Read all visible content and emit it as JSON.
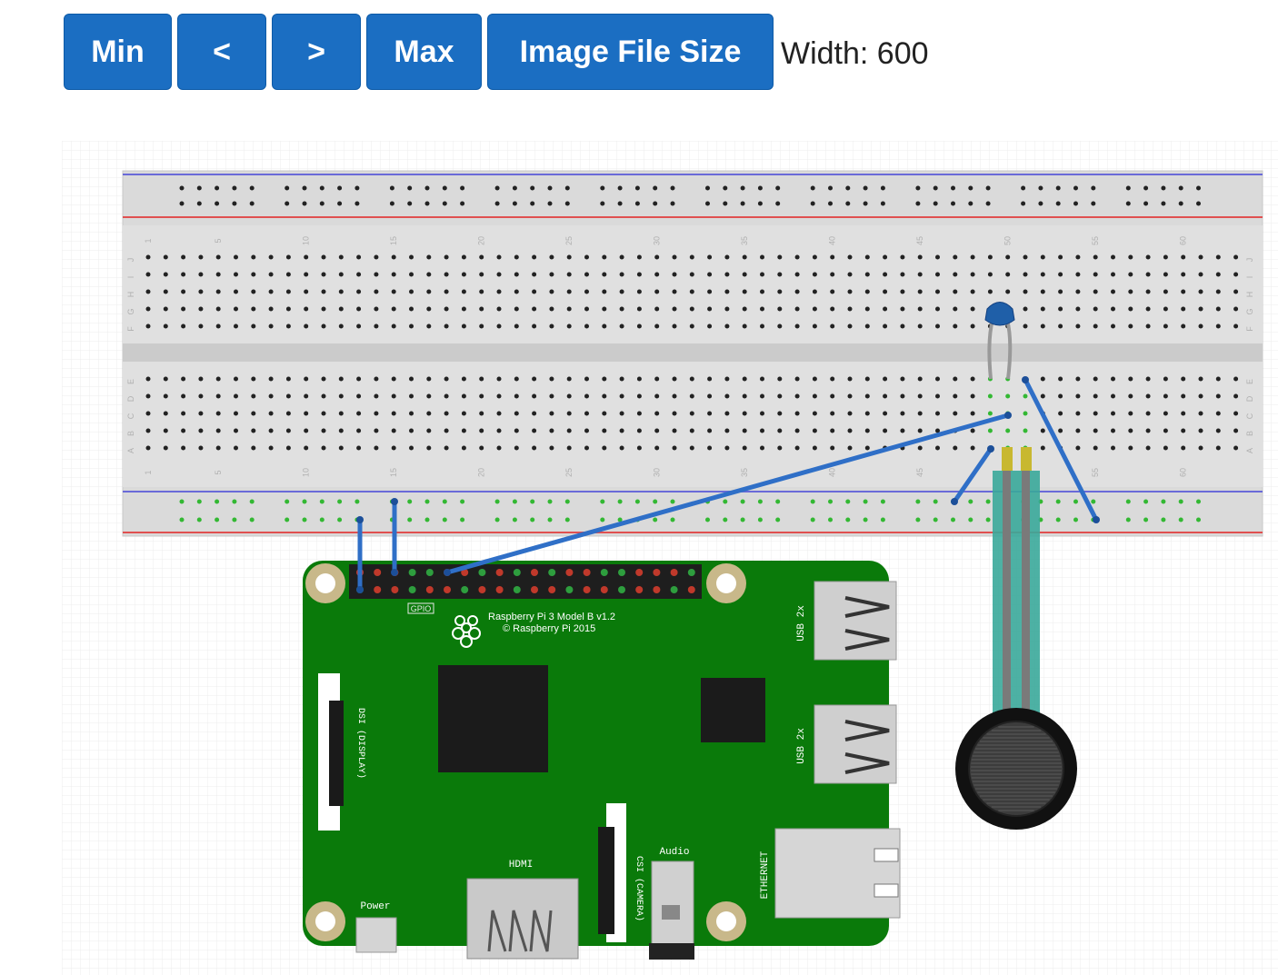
{
  "toolbar": {
    "min_label": "Min",
    "prev_label": "<",
    "next_label": ">",
    "max_label": "Max",
    "file_size_label": "Image File Size",
    "width_text": "Width: 600"
  },
  "diagram": {
    "board_title": "Raspberry Pi 3 Model B v1.2",
    "board_copyright": "© Raspberry Pi 2015",
    "gpio_label": "GPIO",
    "dsi_label": "DSI (DISPLAY)",
    "csi_label": "CSI (CAMERA)",
    "hdmi_label": "HDMI",
    "power_label": "Power",
    "audio_label": "Audio",
    "ethernet_label": "ETHERNET",
    "usb1_label": "USB 2x",
    "usb2_label": "USB 2x",
    "column_numbers": [
      "1",
      "5",
      "10",
      "15",
      "20",
      "25",
      "30",
      "35",
      "40",
      "45",
      "50",
      "55",
      "60"
    ],
    "row_letters_top": [
      "J",
      "I",
      "H",
      "G",
      "F"
    ],
    "row_letters_bottom": [
      "E",
      "D",
      "C",
      "B",
      "A"
    ]
  },
  "colors": {
    "button_blue": "#1b6ec2",
    "board_green": "#0a7a0a",
    "wire_blue": "#2f6fc7",
    "breadboard": "#dcdcdc"
  }
}
